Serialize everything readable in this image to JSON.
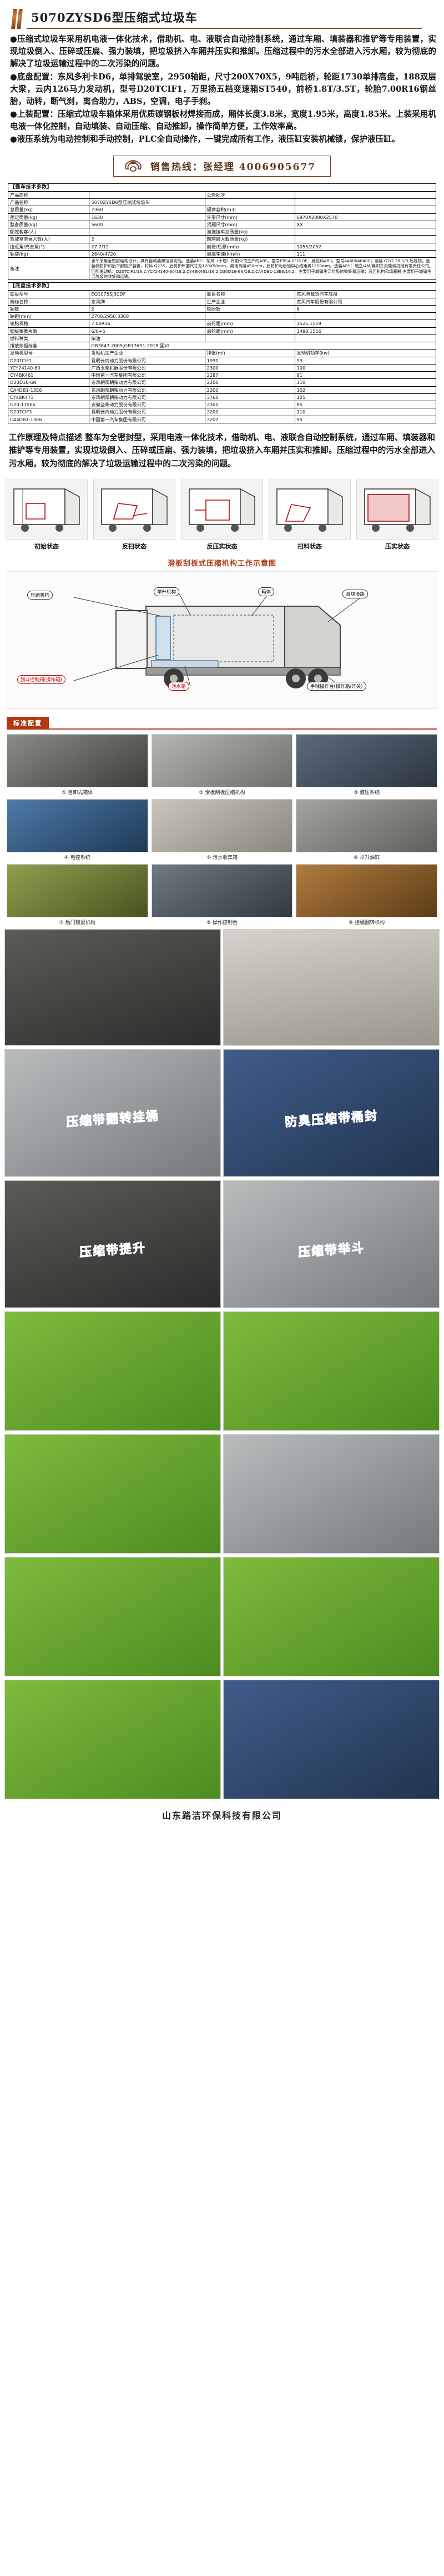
{
  "title": "5070ZYSD6型压缩式垃圾车",
  "intro_paragraphs": [
    "●压缩式垃圾车采用机电液一体化技术，借助机、电、液联合自动控制系统，通过车厢、填装器和推铲等专用装置，实现垃圾倒入、压碎或压扁、强力装填，把垃圾挤入车厢并压实和推卸。压缩过程中的污水全部进入污水厢，较为彻底的解决了垃圾运输过程中的二次污染的问题。",
    "●底盘配置：东风多利卡D6，单排驾驶室，2950轴距，尺寸200X70X5，9吨后桥，轮距1730单排高盘，188双层大梁，云内126马力发动机，型号D20TCIF1，万里扬五档变速箱ST540，前桥1.8T/3.5T，轮胎7.00R16钢丝胎，动转，断气刹，离合助力，ABS，空调，电子手刹。",
    "●上装配置：压缩式垃圾车箱体采用优质碳钢板材焊接而成，厢体长度3.8米，宽度1.95米，高度1.85米。上装采用机电液一体化控制，自动填装、自动压缩、自动推卸，操作简单方便，工作效率高。",
    "●液压系统为电动控制和手动控制，PLC全自动操作，一键完成所有工作，液压缸安装机械锁，保护液压缸。"
  ],
  "hotline": {
    "icon": "telephone-icon",
    "text": "销售热线：张经理 4006905677"
  },
  "vehicle_table": {
    "section_title": "【整车技术参数】",
    "rows": [
      {
        "l1": "产品商标",
        "v1": "",
        "l2": "公告批次",
        "v2": ""
      },
      {
        "l1": "产品名称",
        "v1": "5070ZYSD6型压缩式垃圾车",
        "l2": "",
        "v2": ""
      },
      {
        "l1": "总质量(kg)",
        "v1": "7360",
        "l2": "罐体容积(m3)",
        "v2": ""
      },
      {
        "l1": "额定质量(kg)",
        "v1": "1630",
        "l2": "外形尺寸(mm)",
        "v2": "6970X2080X2570"
      },
      {
        "l1": "整备质量(kg)",
        "v1": "5600",
        "l2": "货厢尺寸(mm)",
        "v2": "XX"
      },
      {
        "l1": "额定载客(人)",
        "v1": "",
        "l2": "准拖挂车总质量(kg)",
        "v2": ""
      },
      {
        "l1": "驾驶室准乘人数(人)",
        "v1": "2",
        "l2": "鞍座最大载质量(kg)",
        "v2": ""
      },
      {
        "l1": "接近角/离去角(°)",
        "v1": "27.7/12",
        "l2": "前悬/后悬(mm)",
        "v2": "1055/2052"
      },
      {
        "l1": "轴荷(kg)",
        "v1": "2640/4720",
        "l2": "最高车速(km/h)",
        "v2": "111"
      }
    ],
    "note_label": "备注",
    "note_text": "该车采用全密封结构设计，具有自动装卸垃圾功能。选装ABS：东风（十堰）有限公司生产的ABS，型号EBS4.0E/6.0E、威伯科ABS，型号4460046400；选装 G2/2.28,1/3 后视镜。选装侧防护和后下部防护装置，材料 Q235，后防护断面尺寸为120X50mm，离地高度450mm，后防护与后轴中心线距离1250mm。选装ABS：瑞立/4M/襄阳东风隆诚机械有限责任公司。匹配发动机：D20TCIF1/16.2,YCY24140-60/16.2,CY4BK461/16.2,D30D16-6N/16.2,CA4DB1-13E6/16.2。主要用于城镇生活垃圾的收集和运输：液压机构和填塞器,主要用于城镇生活垃圾的收集和运输。"
  },
  "chassis_table": {
    "section_title": "【底盘技术参数】",
    "rows": [
      {
        "l1": "底盘型号",
        "v1": "EQ1075SJ3CDF",
        "l2": "底盘名称",
        "v2": "东风牌载货汽车底盘"
      },
      {
        "l1": "商标名称",
        "v1": "东风牌",
        "l2": "生产企业",
        "v2": "东风汽车股份有限公司"
      },
      {
        "l1": "轴数",
        "v1": "2",
        "l2": "轮胎数",
        "v2": "6"
      },
      {
        "l1": "轴距(mm)",
        "v1": "2700,2950,3308",
        "l2": "",
        "v2": ""
      },
      {
        "l1": "轮胎规格",
        "v1": "7.00R16",
        "l2": "前轮距(mm)",
        "v2": "1525,1519"
      },
      {
        "l1": "钢板弹簧片数",
        "v1": "6/6+5",
        "l2": "后轮距(mm)",
        "v2": "1498,1516"
      },
      {
        "l1": "燃料种类",
        "v1": "柴油",
        "l2": "",
        "v2": ""
      },
      {
        "l1": "排放依据标准",
        "v1": "GB3847-2005,GB17691-2018 国VI",
        "l2": "",
        "v2": ""
      }
    ],
    "engine_header": {
      "c1": "发动机型号",
      "c2": "发动机生产企业",
      "c3": "排量(ml)",
      "c4": "发动机功率(kw)"
    },
    "engine_rows": [
      {
        "c1": "D20TCIF1",
        "c2": "昆明云内动力股份有限公司",
        "c3": "1990",
        "c4": "93"
      },
      {
        "c1": "YCY24140-60",
        "c2": "广西玉柴机器股份有限公司",
        "c3": "2300",
        "c4": "100"
      },
      {
        "c1": "CY4BK461",
        "c2": "中国第一汽车集团有限公司",
        "c3": "2287",
        "c4": "81"
      },
      {
        "c1": "D30D16-6N",
        "c2": "东风朝阳朝柴动力有限公司",
        "c3": "2200",
        "c4": "110"
      },
      {
        "c1": "CA4DB1-13E6",
        "c2": "东风朝阳朝柴动力有限公司",
        "c3": "2200",
        "c4": "102"
      },
      {
        "c1": "CY4BK471",
        "c2": "东风朝阳朝柴动力有限公司",
        "c3": "3760",
        "c4": "105"
      },
      {
        "c1": "G20-115E6",
        "c2": "安徽全柴动力股份有限公司",
        "c3": "2300",
        "c4": "85"
      },
      {
        "c1": "D20TCIF3",
        "c2": "昆明云内动力股份有限公司",
        "c3": "2200",
        "c4": "110"
      },
      {
        "c1": "CA4DB1-13E6",
        "c2": "中国第一汽车集团有限公司",
        "c3": "2207",
        "c4": "95"
      }
    ]
  },
  "long_description": "工作原理及特点描述 整车为全密封型，采用电液一体化技术，借助机、电、液联合自动控制系统，通过车厢、填装器和推铲等专用装置，实现垃圾倒入、压碎或压扁、强力装填，把垃圾挤入车厢并压实和推卸。压缩过程中的污水全部进入污水厢，较为彻底的解决了垃圾运输过程中的二次污染的问题。",
  "states": [
    {
      "caption": "初始状态"
    },
    {
      "caption": "反扫状态"
    },
    {
      "caption": "反压实状态"
    },
    {
      "caption": "扫料状态"
    },
    {
      "caption": "压实状态"
    }
  ],
  "schematic": {
    "title": "滑板刮板式压缩机构工作示意图",
    "callouts": [
      "压缩机构",
      "举升机构",
      "箱体",
      "滑块滑路",
      "刮斗控制阀(操作箱)",
      "污水箱",
      "手辅操作台(操作箱/开关)"
    ]
  },
  "config_section": {
    "badge": "标准配置",
    "cells": [
      {
        "caption": "① 自卸式箱体"
      },
      {
        "caption": "② 滑板刮板压缩机构"
      },
      {
        "caption": "③ 液压系统"
      },
      {
        "caption": "④ 电控系统"
      },
      {
        "caption": "⑤ 污水收集箱"
      },
      {
        "caption": "⑥ 举升油缸"
      },
      {
        "caption": "⑦ 后门锁紧机构"
      },
      {
        "caption": "⑧ 操作控制台"
      },
      {
        "caption": "⑨ 挂桶翻转机构"
      }
    ]
  },
  "photo_overlays": [
    "压缩带翻转挂桶",
    "防臭压缩带桶封",
    "压缩带提升",
    "压缩带举斗"
  ],
  "footer": "山东路洁环保科技有限公司"
}
